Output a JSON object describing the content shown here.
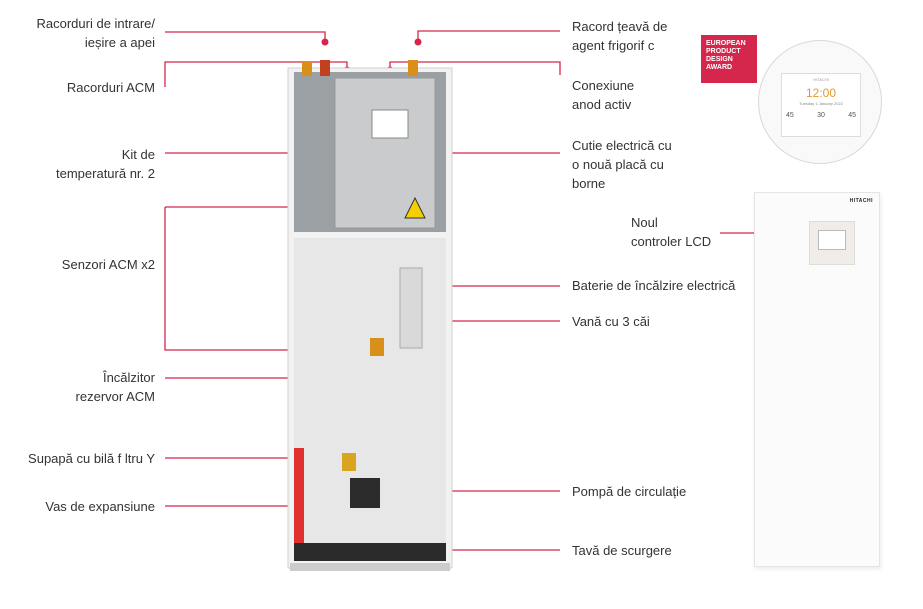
{
  "labels_left": [
    "Racorduri de intrare/\nieșire a apei",
    "Racorduri ACM",
    "Kit de\ntemperatură nr. 2",
    "Senzori ACM x2",
    "Încălzitor\nrezervor ACM",
    "Supapă cu bilă f ltru Y",
    "Vas de expansiune"
  ],
  "labels_right": [
    "Racord țeavă de\nagent frigorif c",
    "Conexiune\nanod activ",
    "Cutie electrică cu\no nouă placă cu\nborne",
    "Noul\ncontroler LCD",
    "Baterie de încălzire electrică",
    "Vană cu 3 căi",
    "Pompă de circulație",
    "Tavă de scurgere"
  ],
  "badge": "EUROPEAN\nPRODUCT\nDESIGN\nAWARD",
  "controller_screen": {
    "brand": "HITACHI",
    "time": "12:00",
    "date": "Tuesday 1 January 2022",
    "values": [
      "45",
      "30",
      "45"
    ]
  },
  "closed_unit_logo": "HITACHI",
  "colors": {
    "accent": "#d5264b",
    "text": "#333333"
  }
}
